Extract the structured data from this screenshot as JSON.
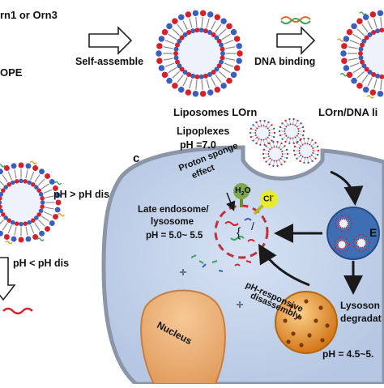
{
  "labels": {
    "orn_text": "rn1 or Orn3",
    "dope_text": "OPE",
    "self_assemble": "Self-assemble",
    "dna_binding": "DNA binding",
    "liposomes_lorn": "Liposomes LOrn",
    "lorn_dna": "LOrn/DNA li",
    "lipoplexes": "Lipoplexes",
    "ph_70": "pH =7.0",
    "panel_c": "c",
    "ph_gt": "pH  > pH dis",
    "ph_lt": "pH < pH dis",
    "proton_sponge_1": "Proton sponge",
    "proton_sponge_2": "effect",
    "h2o": "H",
    "h2o_sub": "2",
    "h2o_end": "O",
    "cl": "Cl",
    "cl_sup": "-",
    "late_endo_1": "Late endosome/",
    "late_endo_2": "lysosome",
    "ph_range_1": "pH = 5.0~ 5.5",
    "endosome_letter": "E",
    "ph_resp_1": "pH-responsive",
    "ph_resp_2": "disassembly",
    "lysosome_1": "Lysoson",
    "lysosome_2": "degradat",
    "ph_range_2": "pH = 4.5~5.",
    "nucleus": "Nucleus"
  },
  "colors": {
    "lipid_head_red": "#d8202a",
    "lipid_head_blue": "#3a5fbf",
    "lipid_tail": "#8a8a8a",
    "cell_fill": "#c7d6ee",
    "cell_border": "#8a96a8",
    "nucleus_fill": "#eab07a",
    "endosome_fill": "#3f6fb3",
    "lysosome_fill": "#e08a1f",
    "h2o_bulb": "#7fa84a",
    "cl_bulb": "#e6ec2a",
    "arrow_dark": "#1a1a1a"
  }
}
